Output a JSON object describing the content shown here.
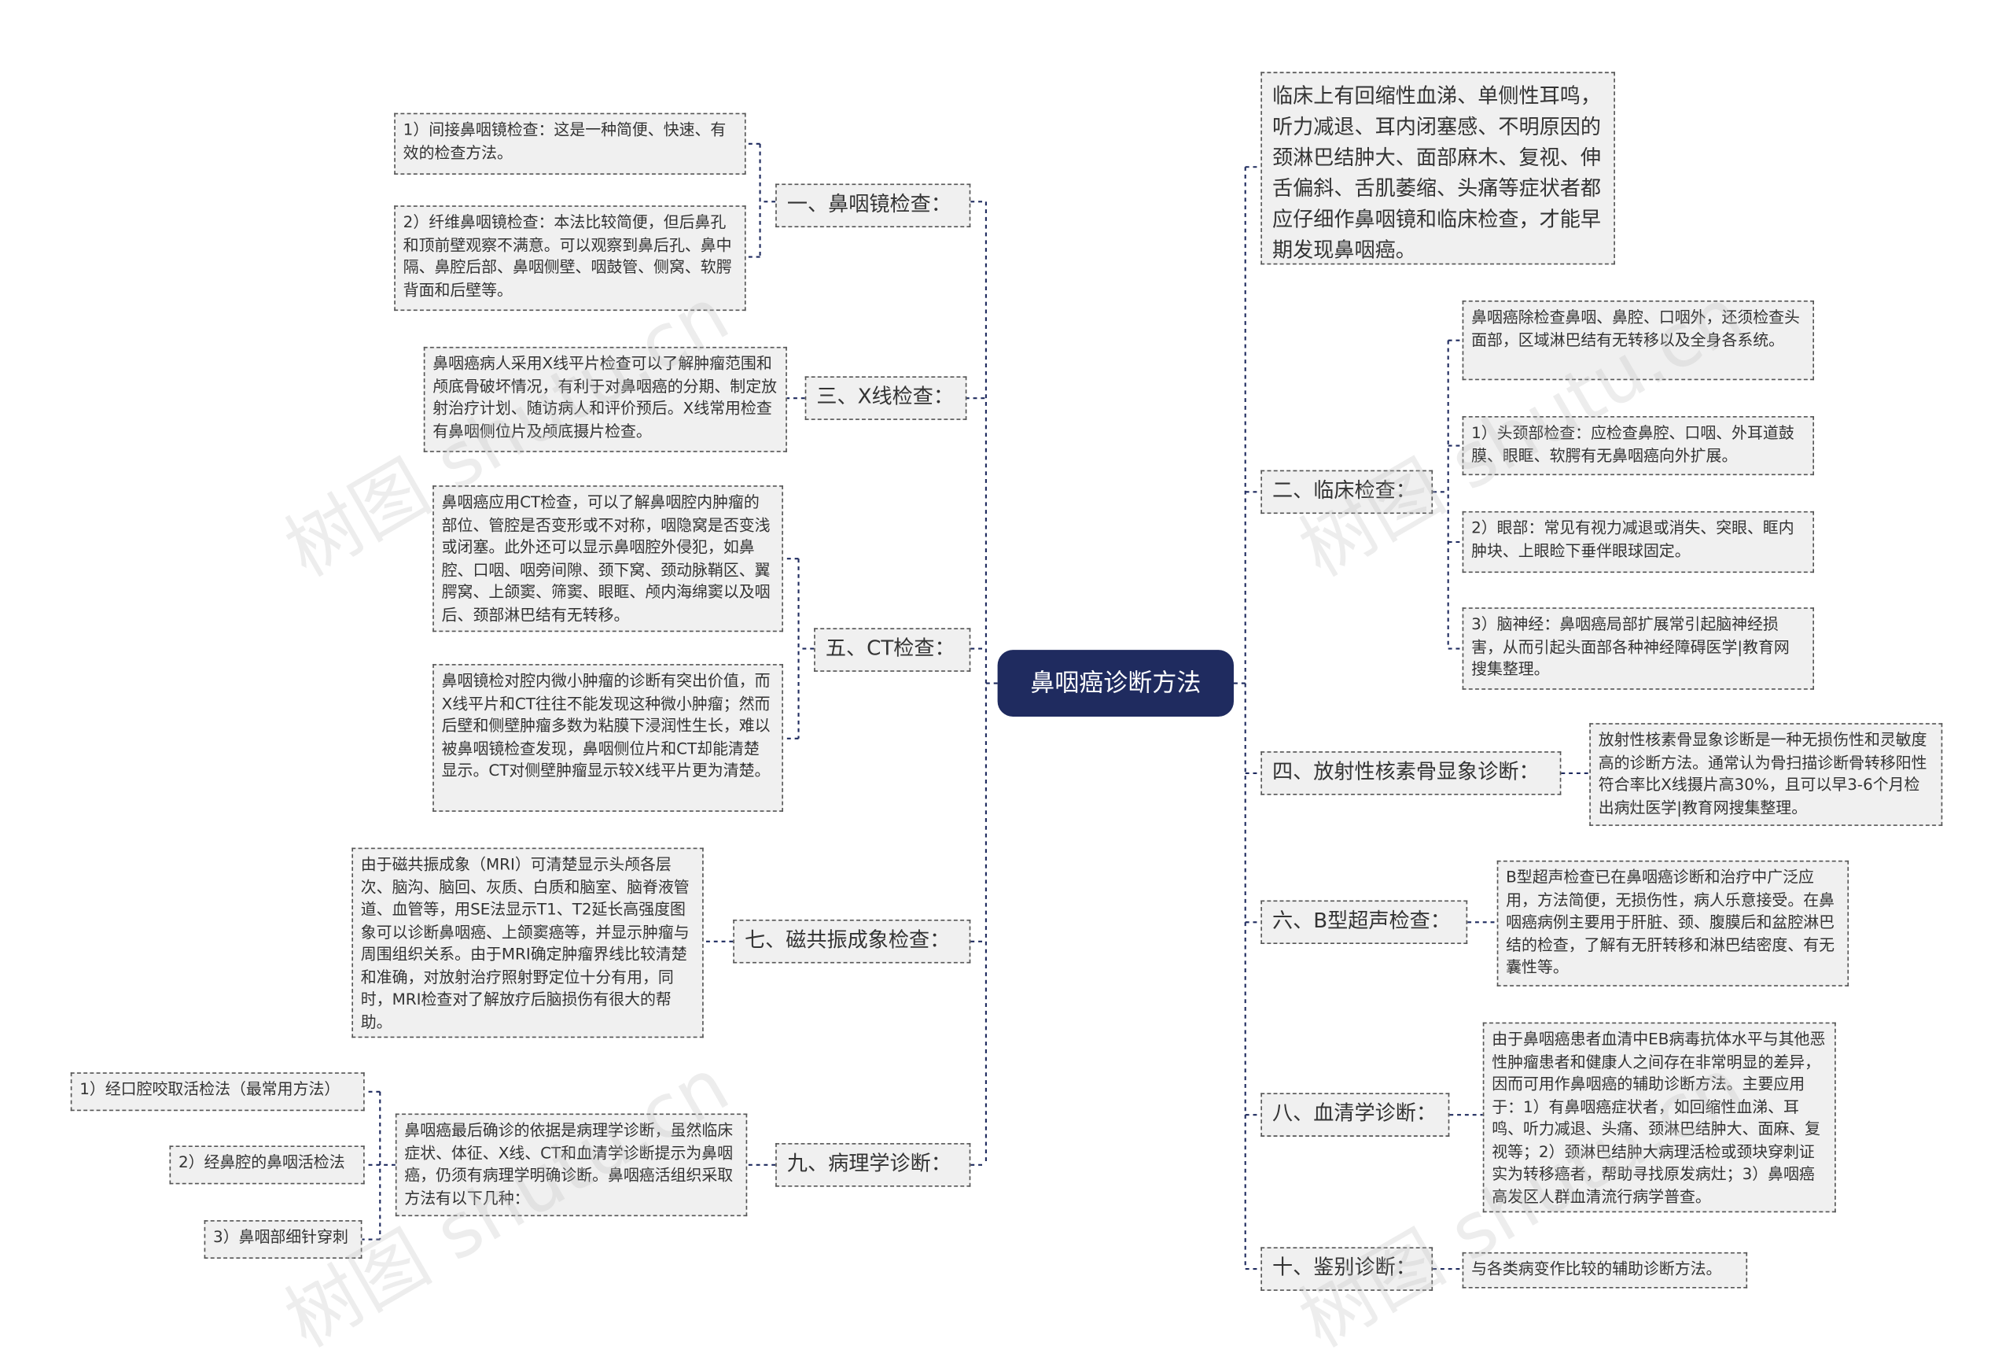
{
  "root": "鼻咽癌诊断方法",
  "left": {
    "b1": {
      "label": "一、鼻咽镜检查：",
      "l1": "1）间接鼻咽镜检查：这是一种简便、快速、有效的检查方法。",
      "l2": "2）纤维鼻咽镜检查：本法比较简便，但后鼻孔和顶前壁观察不满意。可以观察到鼻后孔、鼻中隔、鼻腔后部、鼻咽侧壁、咽鼓管、侧窝、软腭背面和后壁等。"
    },
    "b3": {
      "label": "三、X线检查：",
      "l1": "鼻咽癌病人采用X线平片检查可以了解肿瘤范围和颅底骨破坏情况，有利于对鼻咽癌的分期、制定放射治疗计划、随访病人和评价预后。X线常用检查有鼻咽侧位片及颅底摄片检查。"
    },
    "b5": {
      "label": "五、CT检查：",
      "l1": "鼻咽癌应用CT检查，可以了解鼻咽腔内肿瘤的部位、管腔是否变形或不对称，咽隐窝是否变浅或闭塞。此外还可以显示鼻咽腔外侵犯，如鼻腔、口咽、咽旁间隙、颈下窝、颈动脉鞘区、翼腭窝、上颌窦、筛窦、眼眶、颅内海绵窦以及咽后、颈部淋巴结有无转移。",
      "l2": "鼻咽镜检对腔内微小肿瘤的诊断有突出价值，而X线平片和CT往往不能发现这种微小肿瘤；然而后壁和侧壁肿瘤多数为粘膜下浸润性生长，难以被鼻咽镜检查发现，鼻咽侧位片和CT却能清楚显示。CT对侧壁肿瘤显示较X线平片更为清楚。"
    },
    "b7": {
      "label": "七、磁共振成象检查：",
      "l1": "由于磁共振成象（MRI）可清楚显示头颅各层次、脑沟、脑回、灰质、白质和脑室、脑脊液管道、血管等，用SE法显示T1、T2延长高强度图象可以诊断鼻咽癌、上颌窦癌等，并显示肿瘤与周围组织关系。由于MRI确定肿瘤界线比较清楚和准确，对放射治疗照射野定位十分有用，同时，MRI检查对了解放疗后脑损伤有很大的帮助。"
    },
    "b9": {
      "label": "九、病理学诊断：",
      "l1": "鼻咽癌最后确诊的依据是病理学诊断，虽然临床症状、体征、X线、CT和血清学诊断提示为鼻咽癌，仍须有病理学明确诊断。鼻咽癌活组织采取方法有以下几种：",
      "s1": "1）经口腔咬取活检法（最常用方法）",
      "s2": "2）经鼻腔的鼻咽活检法",
      "s3": "3）鼻咽部细针穿刺"
    }
  },
  "right": {
    "top": "临床上有回缩性血涕、单侧性耳鸣，听力减退、耳内闭塞感、不明原因的颈淋巴结肿大、面部麻木、复视、伸舌偏斜、舌肌萎缩、头痛等症状者都应仔细作鼻咽镜和临床检查，才能早期发现鼻咽癌。",
    "b2": {
      "label": "二、临床检查：",
      "l1": "鼻咽癌除检查鼻咽、鼻腔、口咽外，还须检查头面部，区域淋巴结有无转移以及全身各系统。",
      "l2": "1）头颈部检查：应检查鼻腔、口咽、外耳道鼓膜、眼眶、软腭有无鼻咽癌向外扩展。",
      "l3": "2）眼部：常见有视力减退或消失、突眼、眶内肿块、上眼睑下垂伴眼球固定。",
      "l4": "3）脑神经：鼻咽癌局部扩展常引起脑神经损害，从而引起头面部各种神经障碍医学|教育网搜集整理。"
    },
    "b4": {
      "label": "四、放射性核素骨显象诊断：",
      "l1": "放射性核素骨显象诊断是一种无损伤性和灵敏度高的诊断方法。通常认为骨扫描诊断骨转移阳性符合率比X线摄片高30%，且可以早3-6个月检出病灶医学|教育网搜集整理。"
    },
    "b6": {
      "label": "六、B型超声检查：",
      "l1": "B型超声检查已在鼻咽癌诊断和治疗中广泛应用，方法简便，无损伤性，病人乐意接受。在鼻咽癌病例主要用于肝脏、颈、腹膜后和盆腔淋巴结的检查，了解有无肝转移和淋巴结密度、有无囊性等。"
    },
    "b8": {
      "label": "八、血清学诊断：",
      "l1": "由于鼻咽癌患者血清中EB病毒抗体水平与其他恶性肿瘤患者和健康人之间存在非常明显的差异，因而可用作鼻咽癌的辅助诊断方法。主要应用于：1）有鼻咽癌症状者，如回缩性血涕、耳鸣、听力减退、头痛、颈淋巴结肿大、面麻、复视等；2）颈淋巴结肿大病理活检或颈块穿刺证实为转移癌者，帮助寻找原发病灶；3）鼻咽癌高发区人群血清流行病学普查。"
    },
    "b10": {
      "label": "十、鉴别诊断：",
      "l1": "与各类病变作比较的辅助诊断方法。"
    }
  },
  "colors": {
    "root_bg": "#1f2b5f",
    "node_bg": "#f0f0f0",
    "line": "#1f2b5f"
  }
}
